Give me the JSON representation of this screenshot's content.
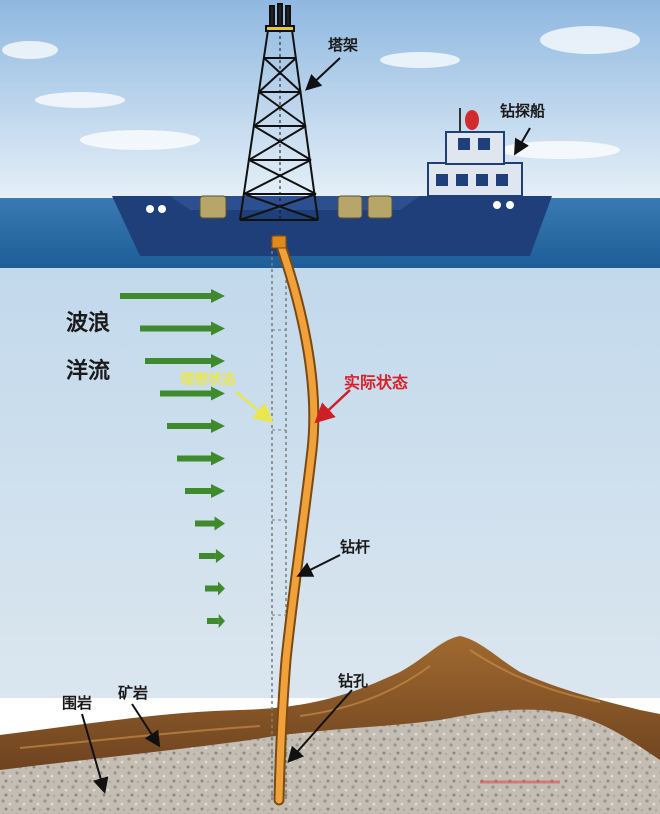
{
  "labels": {
    "derrick": "塔架",
    "drill_ship": "钻探船",
    "waves": "波浪",
    "current": "洋流",
    "ideal_state": "理想状态",
    "actual_state": "实际状态",
    "drill_pipe": "钻杆",
    "ore": "矿岩",
    "country_rock": "围岩",
    "borehole": "钻孔"
  },
  "colors": {
    "sky_top": "#9cc3e6",
    "sea": "#2a6da8",
    "water_deep": "#c6dcee",
    "hull": "#1f3f7a",
    "pipe": "#e08a1e",
    "arrow_green": "#3f8a2c",
    "arrow_red": "#cf1f26",
    "rock_brown": "#8a5a2b",
    "gravel": "#bdb6ad"
  },
  "current_arrows": [
    {
      "length": 105
    },
    {
      "length": 85
    },
    {
      "length": 80
    },
    {
      "length": 65
    },
    {
      "length": 58
    },
    {
      "length": 48
    },
    {
      "length": 40
    },
    {
      "length": 30
    },
    {
      "length": 26
    },
    {
      "length": 20
    },
    {
      "length": 18
    }
  ]
}
